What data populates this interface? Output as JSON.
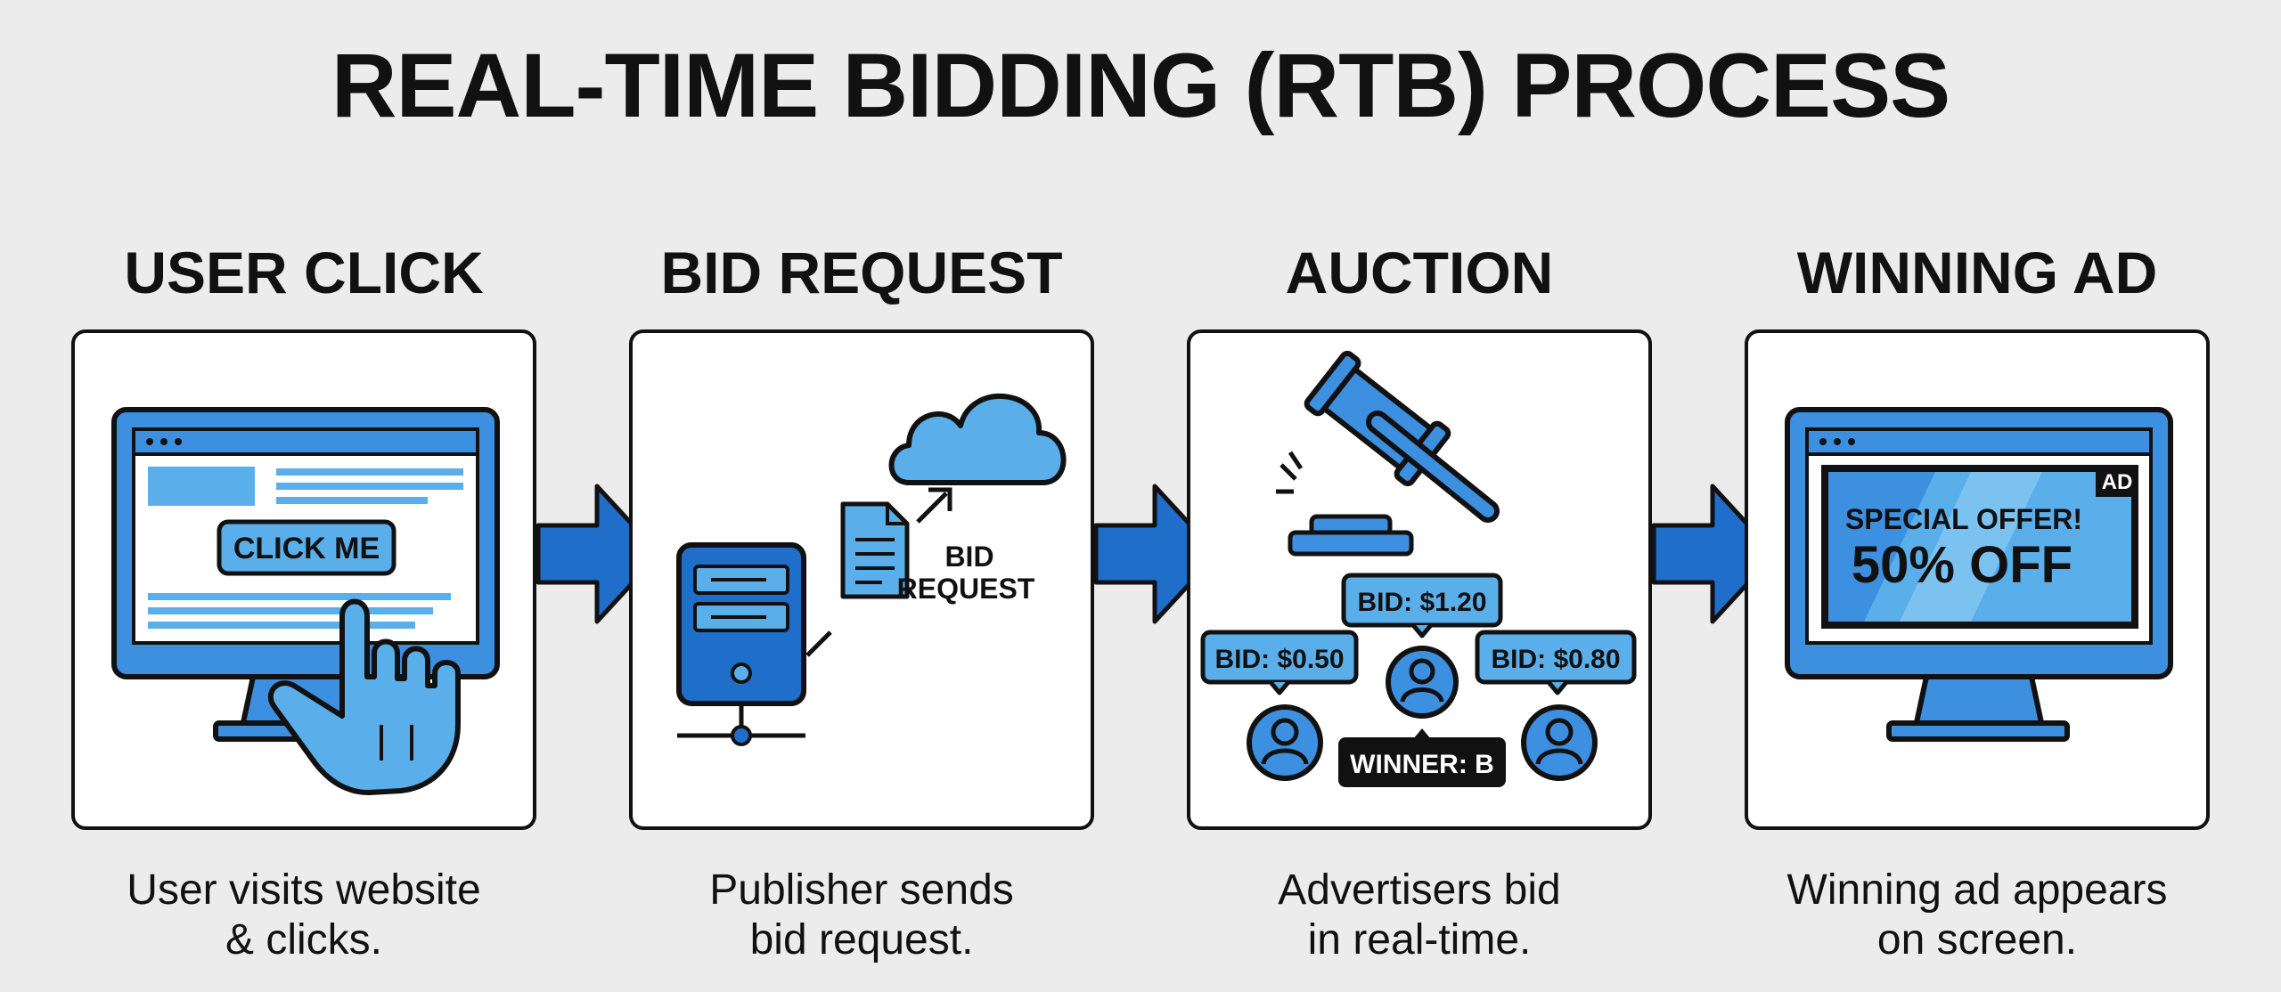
{
  "title": "REAL-TIME BIDDING (RTB) PROCESS",
  "steps": [
    {
      "heading": "USER CLICK",
      "caption_line1": "User visits website",
      "caption_line2": "& clicks.",
      "button_label": "CLICK ME"
    },
    {
      "heading": "BID REQUEST",
      "caption_line1": "Publisher sends",
      "caption_line2": "bid request.",
      "label_line1": "BID",
      "label_line2": "REQUEST"
    },
    {
      "heading": "AUCTION",
      "caption_line1": "Advertisers bid",
      "caption_line2": "in real-time.",
      "bids": [
        "BID: $0.50",
        "BID: $1.20",
        "BID: $0.80"
      ],
      "winner_label": "WINNER: B"
    },
    {
      "heading": "WINNING AD",
      "caption_line1": "Winning ad appears",
      "caption_line2": "on screen.",
      "ad_tag": "AD",
      "ad_line1": "SPECIAL OFFER!",
      "ad_line2": "50% OFF"
    }
  ],
  "colors": {
    "accent_blue": "#3d8fe0",
    "light_blue": "#5aaeea",
    "dark_blue": "#1f6ec9",
    "outline": "#111111",
    "background": "#ececec"
  }
}
